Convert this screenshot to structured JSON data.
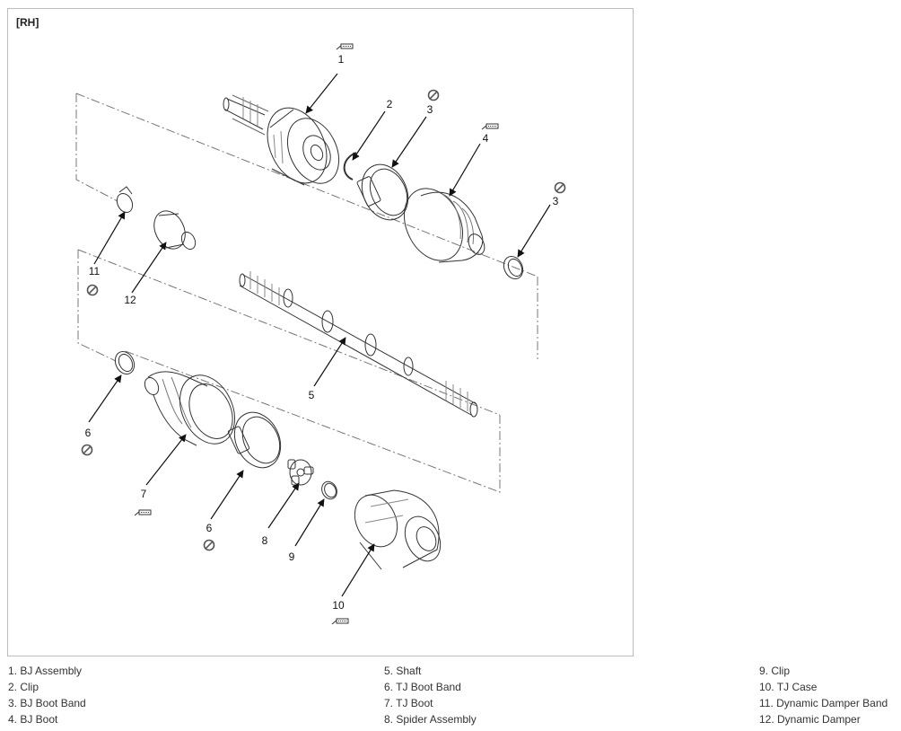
{
  "diagram": {
    "side_label": "[RH]",
    "callouts": [
      "1",
      "2",
      "3",
      "4",
      "3",
      "11",
      "12",
      "5",
      "6",
      "7",
      "6",
      "8",
      "9",
      "10"
    ],
    "icons": [
      "grease-icon",
      "no-reuse-icon"
    ]
  },
  "legend": {
    "col1": [
      "1. BJ Assembly",
      "2. Clip",
      "3. BJ Boot Band",
      "4. BJ Boot"
    ],
    "col2": [
      "5. Shaft",
      "6. TJ Boot Band",
      "7. TJ Boot",
      "8. Spider Assembly"
    ],
    "col3": [
      "9. Clip",
      "10. TJ Case",
      "11. Dynamic Damper Band",
      "12. Dynamic Damper"
    ]
  }
}
